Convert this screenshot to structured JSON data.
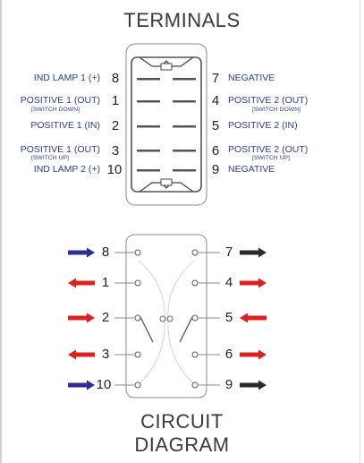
{
  "titles": {
    "terminals": "TERMINALS",
    "circuit_line1": "CIRCUIT",
    "circuit_line2": "DIAGRAM"
  },
  "left_terminals": [
    {
      "label": "IND LAMP 1 (+)",
      "number": "8",
      "sublabel": ""
    },
    {
      "label": "POSITIVE 1 (OUT)",
      "number": "1",
      "sublabel": "[SWITCH DOWN]"
    },
    {
      "label": "POSITIVE 1 (IN)",
      "number": "2",
      "sublabel": ""
    },
    {
      "label": "POSITIVE 1 (OUT)",
      "number": "3",
      "sublabel": "[SWITCH UP]"
    },
    {
      "label": "IND LAMP 2 (+)",
      "number": "10",
      "sublabel": ""
    }
  ],
  "right_terminals": [
    {
      "label": "NEGATIVE",
      "number": "7",
      "sublabel": ""
    },
    {
      "label": "POSITIVE 2 (OUT)",
      "number": "4",
      "sublabel": "[SWITCH DOWN]"
    },
    {
      "label": "POSITIVE 2 (IN)",
      "number": "5",
      "sublabel": ""
    },
    {
      "label": "POSITIVE 2 (OUT)",
      "number": "6",
      "sublabel": "[SWITCH UP]"
    },
    {
      "label": "NEGATIVE",
      "number": "9",
      "sublabel": ""
    }
  ],
  "circuit": {
    "left_numbers": [
      "8",
      "1",
      "2",
      "3",
      "10"
    ],
    "right_numbers": [
      "7",
      "4",
      "5",
      "6",
      "9"
    ],
    "left_arrows": [
      "in",
      "out",
      "in",
      "out",
      "in"
    ],
    "right_arrows": [
      "out",
      "out",
      "in",
      "out",
      "out"
    ],
    "left_arrow_colors": [
      "#2a2f8f",
      "#e02020",
      "#e02020",
      "#e02020",
      "#2a2f8f"
    ],
    "right_arrow_colors": [
      "#2b2b2b",
      "#e02020",
      "#e02020",
      "#e02020",
      "#2b2b2b"
    ]
  },
  "colors": {
    "label_blue": "#2a3f8f",
    "red_arrow": "#e02020",
    "blue_arrow": "#2a2f8f",
    "black_arrow": "#2b2b2b",
    "outline": "#888888"
  }
}
